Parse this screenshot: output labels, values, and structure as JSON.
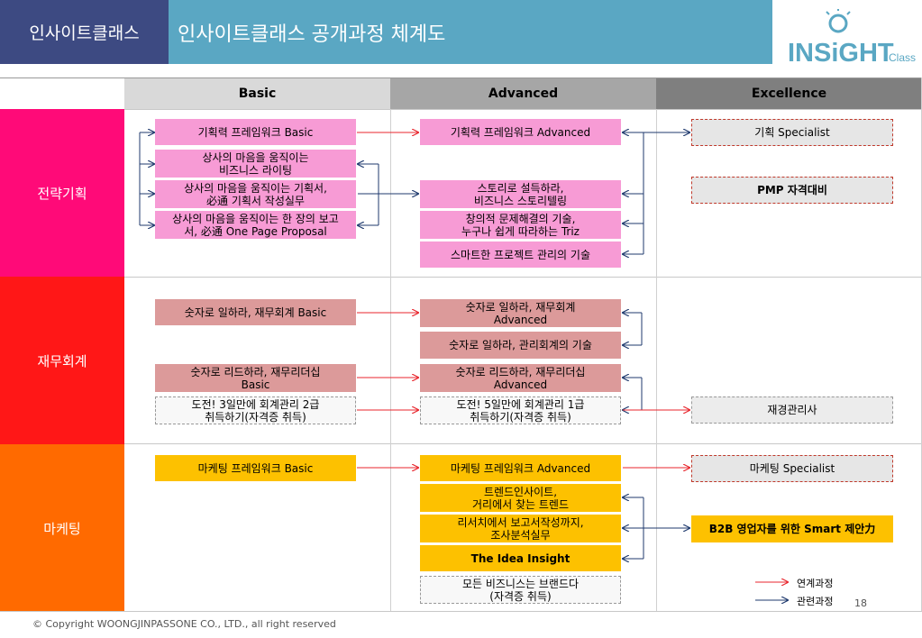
{
  "header": {
    "left_title": "인사이트클래스",
    "main_title": "인사이트클래스 공개과정 체계도",
    "logo_text": "INSiGHT",
    "logo_sub": "Class"
  },
  "columns": [
    "Basic",
    "Advanced",
    "Excellence"
  ],
  "rows": {
    "strategy": "전략기획",
    "finance": "재무회계",
    "marketing": "마케팅"
  },
  "boxes": {
    "s_basic_1": "기획력 프레임워크 Basic",
    "s_basic_2": "상사의 마음을 움직이는\n비즈니스 라이팅",
    "s_basic_3": "상사의 마음을 움직이는 기획서,\n必通 기획서 작성실무",
    "s_basic_4": "상사의 마음을 움직이는 한 장의 보고\n서, 必通 One Page Proposal",
    "s_adv_1": "기획력 프레임워크 Advanced",
    "s_adv_2": "스토리로 설득하라,\n비즈니스 스토리텔링",
    "s_adv_3": "창의적 문제해결의 기술,\n누구나 쉽게 따라하는 Triz",
    "s_adv_4": "스마트한 프로젝트 관리의 기술",
    "s_exc_1": "기획 Specialist",
    "s_exc_2": "PMP 자격대비",
    "f_basic_1": "숫자로 일하라, 재무회계 Basic",
    "f_basic_2": "숫자로 리드하라, 재무리더십\nBasic",
    "f_basic_3": "도전! 3일만에 회계관리 2급\n취득하기(자격증 취득)",
    "f_adv_1": "숫자로 일하라, 재무회계\nAdvanced",
    "f_adv_2": "숫자로 일하라, 관리회계의 기술",
    "f_adv_3": "숫자로 리드하라, 재무리더십\nAdvanced",
    "f_adv_4": "도전! 5일만에 회계관리 1급\n취득하기(자격증 취득)",
    "f_exc_1": "재경관리사",
    "m_basic_1": "마케팅 프레임워크 Basic",
    "m_adv_1": "마케팅 프레임워크 Advanced",
    "m_adv_2": "트렌드인사이트,\n거리에서 찾는 트렌드",
    "m_adv_3": "리서치에서 보고서작성까지,\n조사분석실무",
    "m_adv_4": "The Idea Insight",
    "m_adv_5": "모든 비즈니스는 브랜드다\n(자격증 취득)",
    "m_exc_1": "마케팅 Specialist",
    "m_exc_2": "B2B 영업자를 위한 Smart 제안力"
  },
  "legend": {
    "linked": "연계과정",
    "related": "관련과정",
    "linked_color": "#e8262d",
    "related_color": "#1f3a6e"
  },
  "footer": "© Copyright WOONGJINPASSONE CO., LTD., all right reserved",
  "page_number": "18",
  "colors": {
    "strategy_row": "#ff0a78",
    "finance_row": "#ff1717",
    "marketing_row": "#ff6a00",
    "basic_head": "#d9d9d9",
    "advanced_head": "#a6a6a6",
    "excellence_head": "#7f7f7f"
  }
}
